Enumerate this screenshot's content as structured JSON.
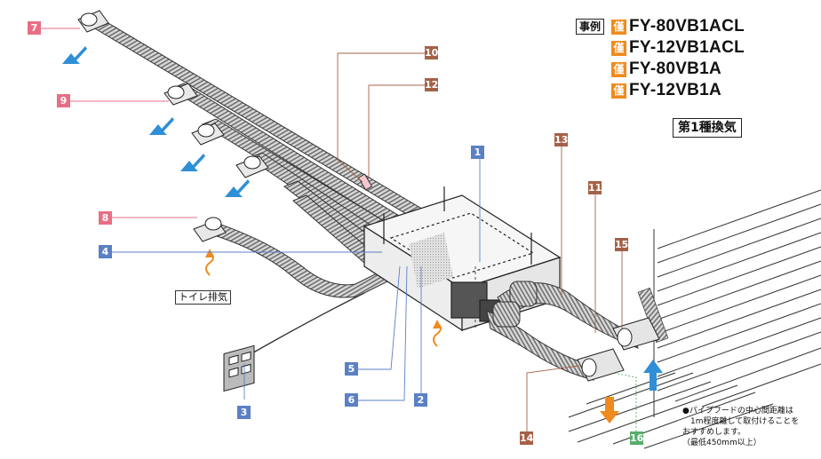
{
  "example_label": "事例",
  "models": [
    {
      "badge": "僅",
      "name": "FY-80VB1ACL"
    },
    {
      "badge": "僅",
      "name": "FY-12VB1ACL"
    },
    {
      "badge": "僅",
      "name": "FY-80VB1A"
    },
    {
      "badge": "僅",
      "name": "FY-12VB1A"
    }
  ],
  "ventilation_type": "第1種換気",
  "toilet_exhaust_label": "トイレ排気",
  "note": "●パイプフードの中心間距離は\n　1m程度離して取付けることを\nおすすめします。\n（最低450mm以上）",
  "callouts": [
    "1",
    "2",
    "3",
    "4",
    "5",
    "6",
    "7",
    "8",
    "9",
    "10",
    "11",
    "12",
    "13",
    "14",
    "15",
    "16"
  ],
  "colors": {
    "pink": "#e86e86",
    "blue": "#5b80c4",
    "brown": "#a56147",
    "green": "#58ad6c",
    "badge": "#f08a1c",
    "arrow_blue": "#2f8fd6",
    "arrow_orange": "#f08a1c"
  }
}
